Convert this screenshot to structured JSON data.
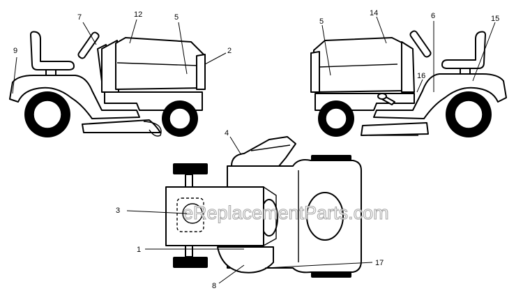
{
  "watermark": "eReplacementParts.com",
  "callouts": {
    "c1": "1",
    "c2": "2",
    "c3": "3",
    "c4": "4",
    "c5_left": "5",
    "c5_right": "5",
    "c6": "6",
    "c7": "7",
    "c8": "8",
    "c9": "9",
    "c12": "12",
    "c14": "14",
    "c15": "15",
    "c16": "16",
    "c17": "17"
  },
  "colors": {
    "line": "#000000",
    "background": "#ffffff",
    "watermark_outline": "#9a9a9a"
  }
}
